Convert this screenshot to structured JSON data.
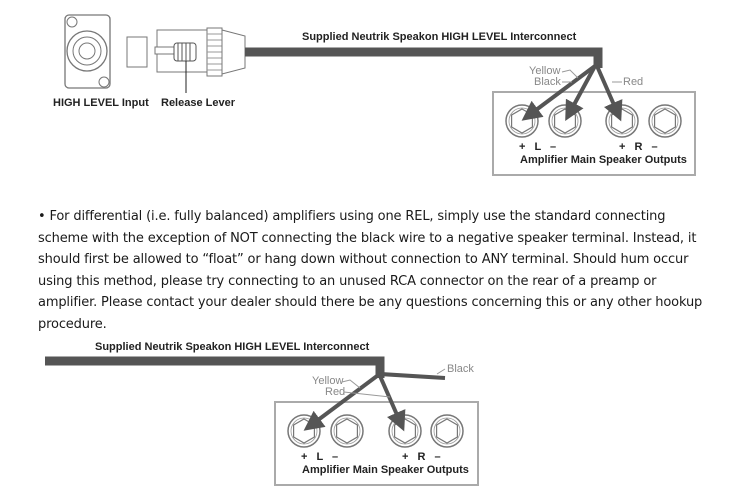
{
  "diagram1": {
    "cable_label": "Supplied Neutrik Speakon HIGH LEVEL Interconnect",
    "input_label": "HIGH LEVEL Input",
    "lever_label": "Release Lever",
    "wire_yellow": "Yellow",
    "wire_black": "Black",
    "wire_red": "Red",
    "terminal_left": "+ L –",
    "terminal_right": "+ R –",
    "box_title": "Amplifier Main Speaker Outputs"
  },
  "paragraph": "• For differential (i.e. fully balanced) amplifiers using one REL, simply use the standard connecting scheme with the exception of NOT connecting the black wire to a negative speaker terminal. Instead, it should first be allowed to “float” or hang down without connection to ANY terminal. Should hum occur using this method, please try connecting to an unused RCA connector on the rear of a preamp or amplifier. Please contact your dealer should there be any questions concerning this or any other hookup procedure.",
  "diagram2": {
    "cable_label": "Supplied Neutrik Speakon HIGH LEVEL Interconnect",
    "wire_yellow": "Yellow",
    "wire_red": "Red",
    "wire_black": "Black",
    "terminal_left": "+ L –",
    "terminal_right": "+ R –",
    "box_title": "Amplifier Main Speaker Outputs"
  }
}
